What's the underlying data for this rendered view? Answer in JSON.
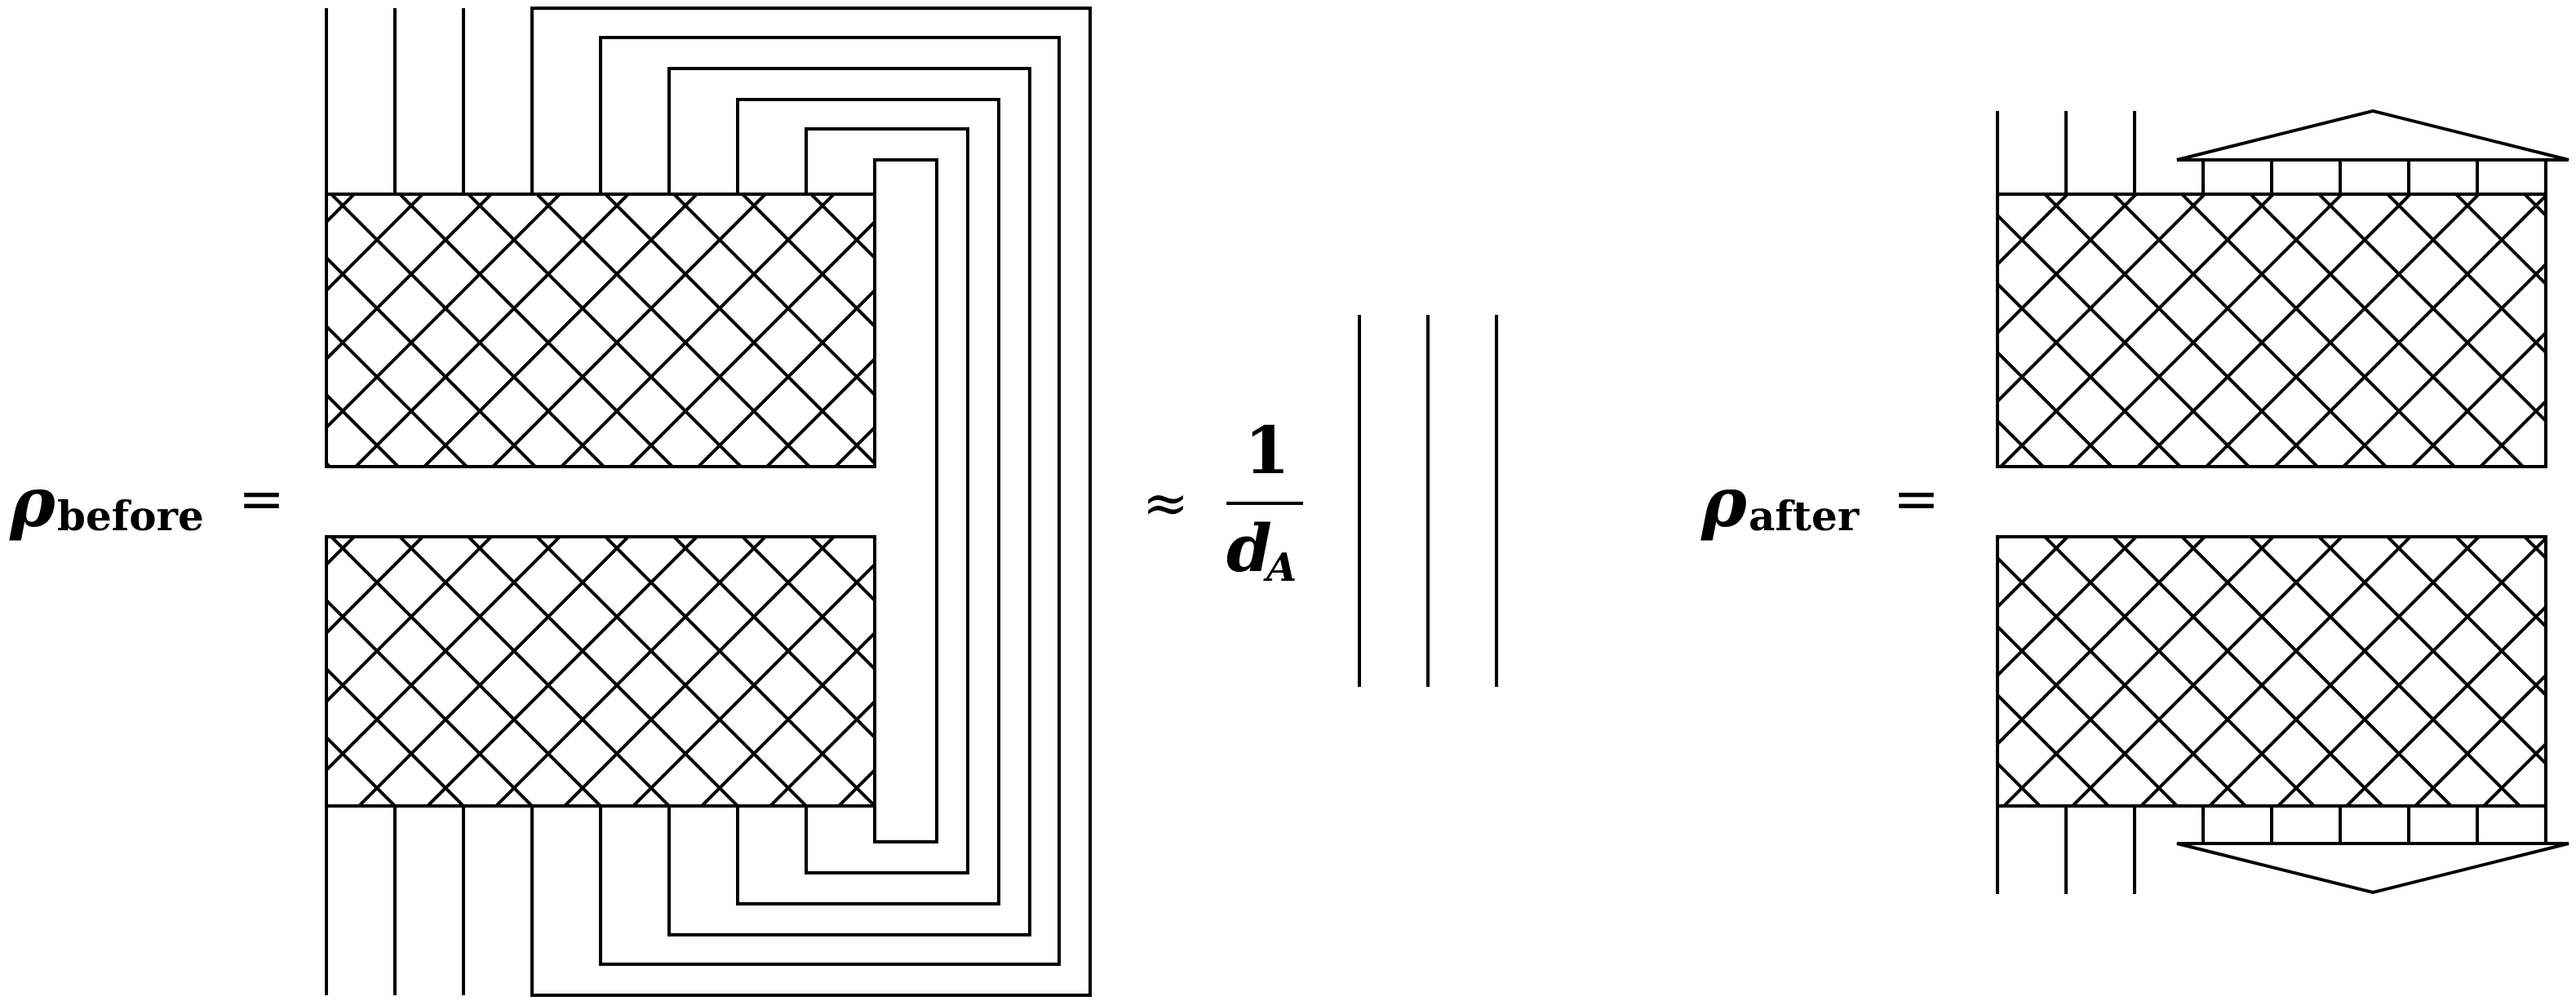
{
  "equation": {
    "lhs_before": {
      "symbol": "ρ",
      "subscript": "before"
    },
    "equals_before": "=",
    "approx": "≈",
    "fraction": {
      "numerator": "1",
      "denominator_symbol": "d",
      "denominator_subscript": "A"
    },
    "lhs_after": {
      "symbol": "ρ",
      "subscript": "after"
    },
    "equals_after": "="
  }
}
